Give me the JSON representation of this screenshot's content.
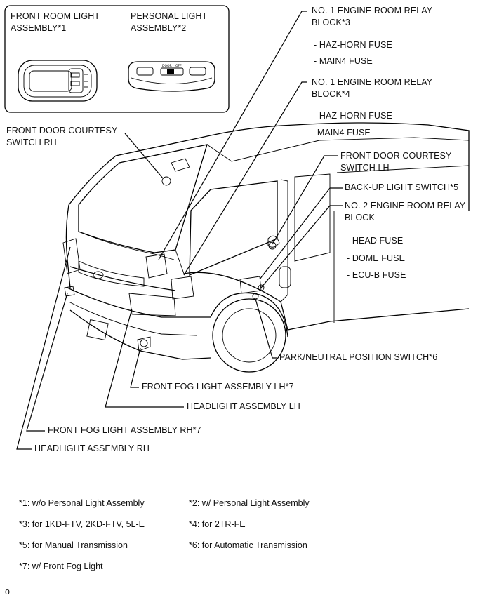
{
  "inset": {
    "front_room_light": "FRONT ROOM LIGHT\nASSEMBLY*1",
    "personal_light": "PERSONAL LIGHT\nASSEMBLY*2",
    "switch_text_1": "DOOR",
    "switch_text_2": "OFF"
  },
  "callouts": {
    "door_switch_rh": "FRONT DOOR COURTESY\nSWITCH RH",
    "relay_block_1": "NO. 1 ENGINE ROOM RELAY\nBLOCK*3",
    "relay_block_1_fuse_a": "- HAZ-HORN FUSE",
    "relay_block_1_fuse_b": "- MAIN4 FUSE",
    "relay_block_2": "NO. 1 ENGINE ROOM RELAY\nBLOCK*4",
    "relay_block_2_fuse_a": "- HAZ-HORN FUSE",
    "relay_block_2_fuse_b": "- MAIN4 FUSE",
    "door_switch_lh": "FRONT DOOR COURTESY\nSWITCH LH",
    "backup_switch": "BACK-UP LIGHT SWITCH*5",
    "relay_block_3": "NO. 2 ENGINE ROOM RELAY\nBLOCK",
    "head_fuse": "- HEAD FUSE",
    "dome_fuse": "- DOME FUSE",
    "ecub_fuse": "- ECU-B FUSE",
    "park_neutral": "PARK/NEUTRAL POSITION SWITCH*6",
    "fog_lh": "FRONT FOG LIGHT ASSEMBLY LH*7",
    "headlight_lh": "HEADLIGHT ASSEMBLY LH",
    "fog_rh": "FRONT FOG LIGHT ASSEMBLY RH*7",
    "headlight_rh": "HEADLIGHT ASSEMBLY RH"
  },
  "footnotes": [
    "*1: w/o Personal Light Assembly",
    "*2: w/ Personal Light Assembly",
    "*3: for 1KD-FTV, 2KD-FTV, 5L-E",
    "*4: for 2TR-FE",
    "*5: for Manual Transmission",
    "*6: for Automatic Transmission",
    "*7: w/ Front Fog Light"
  ],
  "corner_code": "o"
}
